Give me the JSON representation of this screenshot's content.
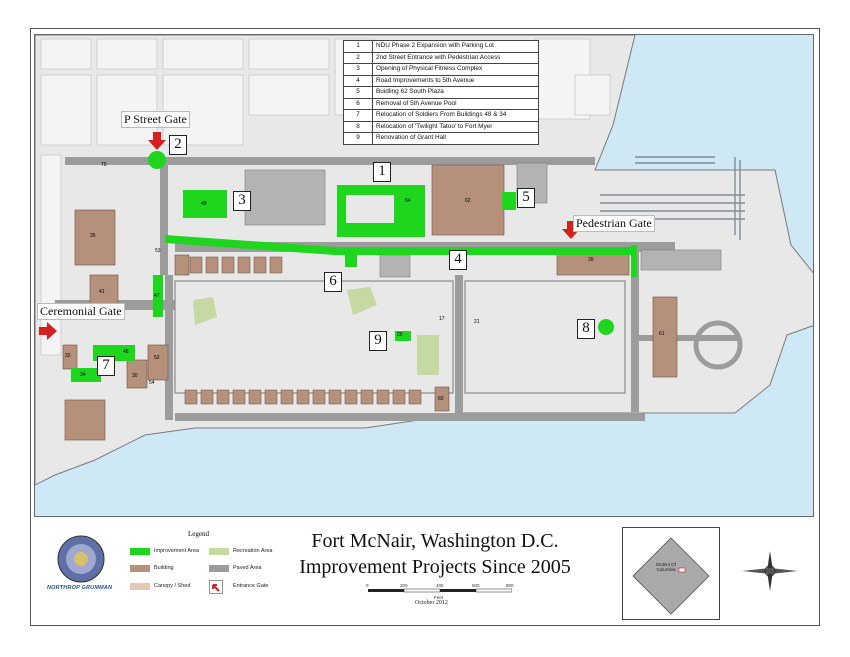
{
  "projects": [
    {
      "num": "1",
      "label": "NDU Phase 2 Expansion with Parking Lot"
    },
    {
      "num": "2",
      "label": "2nd Street Entrance with Pedestrian Access"
    },
    {
      "num": "3",
      "label": "Opening of Physical Fitness Complex"
    },
    {
      "num": "4",
      "label": "Road Improvements to 5th Avenue"
    },
    {
      "num": "5",
      "label": "Buidling 62 South Plaza"
    },
    {
      "num": "6",
      "label": "Removal of 5th Avenue Pool"
    },
    {
      "num": "7",
      "label": "Relocation of Soldiers From Buildings 48 & 34"
    },
    {
      "num": "8",
      "label": "Relocation of 'Twilight Tatoo' to Fort Myer"
    },
    {
      "num": "9",
      "label": "Renovation of Grant Hall"
    }
  ],
  "gates": {
    "p_street": "P Street Gate",
    "pedestrian": "Pedestrian Gate",
    "ceremonial": "Ceremonial Gate"
  },
  "map_markers": [
    "1",
    "2",
    "3",
    "4",
    "5",
    "6",
    "7",
    "8",
    "9"
  ],
  "building_numbers": {
    "b64": "64",
    "b62": "62",
    "b49": "49",
    "b35": "35",
    "b41": "41",
    "b48": "48",
    "b47": "47",
    "b52": "52",
    "b54": "54",
    "b30": "30",
    "b32": "32",
    "b34": "34",
    "b39": "39",
    "b61": "61",
    "b60": "60",
    "b20": "20",
    "b17": "17",
    "b21": "21",
    "b79": "79",
    "b53": "53"
  },
  "legend": {
    "title": "Legend",
    "items": [
      {
        "label": "Improvement Area",
        "color": "#1fd61f"
      },
      {
        "label": "Building",
        "color": "#b5907a"
      },
      {
        "label": "Canopy / Shed",
        "color": "#e4c9b8"
      },
      {
        "label": "Recreation Area",
        "color": "#c7d9a2"
      },
      {
        "label": "Paved Area",
        "color": "#9c9c9c"
      },
      {
        "label": "Entrance Gate",
        "color": "#d61f1f"
      }
    ]
  },
  "title_line1": "Fort McNair, Washington D.C.",
  "title_line2": "Improvement Projects Since 2005",
  "scale": {
    "ticks": [
      "0",
      "200",
      "400",
      "600",
      "800"
    ],
    "unit": "Feet"
  },
  "date": "October 2012",
  "inset": {
    "label": "District Of Columbia"
  },
  "logo_text": "NORTHROP GRUMMAN",
  "colors": {
    "water": "#cfe8f6",
    "land": "#e7e7e7",
    "paved": "#9c9c9c",
    "building": "#b5907a",
    "improvement": "#1fd61f",
    "recreation": "#c7d9a2",
    "gate": "#d61f1f"
  }
}
